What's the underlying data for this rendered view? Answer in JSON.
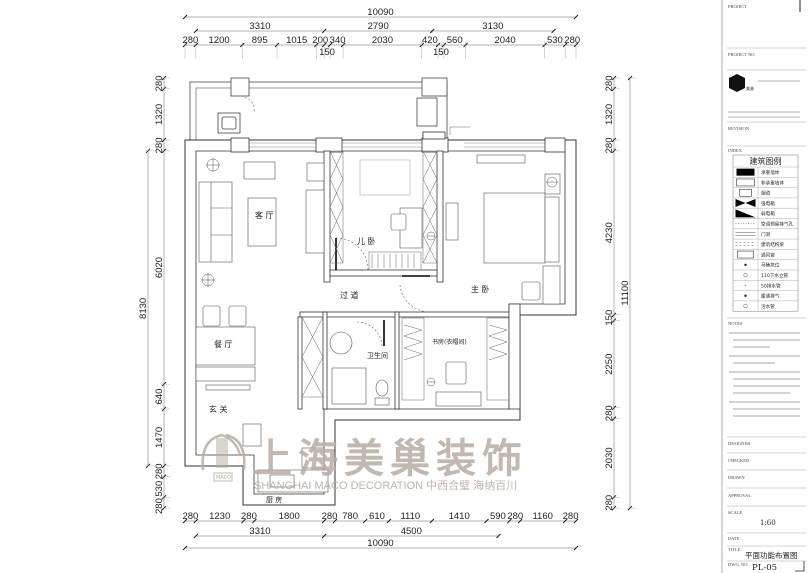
{
  "drawing": {
    "rooms": {
      "living": "客 厅",
      "child_bedroom": "儿 卧",
      "corridor": "过 道",
      "master_bedroom": "主 卧",
      "dining": "餐 厅",
      "bathroom": "卫生间",
      "study": "书房(衣帽间)",
      "foyer": "玄 关",
      "kitchen": "厨 房"
    },
    "dimensions": {
      "top": {
        "overall": [
          10090
        ],
        "sub": [
          3310,
          2790,
          3130
        ],
        "detail": [
          280,
          1200,
          895,
          1015,
          200,
          150,
          340,
          2030,
          420,
          150,
          560,
          2040,
          530,
          280
        ]
      },
      "bottom": {
        "detail": [
          280,
          1230,
          280,
          1800,
          280,
          780,
          610,
          1110,
          1410,
          590,
          280,
          1160,
          280
        ],
        "sub": [
          3310,
          4500
        ],
        "overall": [
          10090
        ]
      },
      "left": {
        "detail": [
          280,
          1320,
          280,
          6020,
          640,
          1470,
          280,
          530,
          280
        ],
        "sub": [
          8130
        ]
      },
      "right": {
        "detail": [
          280,
          1320,
          280,
          4230,
          150,
          2250,
          280,
          2030,
          280
        ],
        "overall": [
          11100
        ]
      }
    }
  },
  "watermark": {
    "brand_cn": "上海美巢装饰",
    "brand_en": "SHANGHAI MACO DECORATION 中西合璧 海纳百川",
    "logo_text": "MACO",
    "color": "#b7aca4"
  },
  "title_block": {
    "project_label": "PROJECT",
    "project_no_label": "PROJECT NO.",
    "logo_text": "美巢",
    "revision_label": "REVISION",
    "index_label": "INDEX",
    "notes_label": "NOTES",
    "designer_label": "DESIGNER",
    "checked_label": "CHECKED",
    "drawn_label": "DRAWN",
    "approval_label": "APPROVAL",
    "scale_label": "SCALE",
    "scale_value": "1:60",
    "date_label": "DATE",
    "title_label": "TITLE",
    "title_value": "平面功能布置图",
    "dwg_no_label": "DWG. NO.",
    "dwg_no_value": "PL-05"
  },
  "legend": {
    "title": "建筑图例",
    "items": [
      {
        "label": "承重墙体",
        "symbol": "solid-black-rect"
      },
      {
        "label": "非承重墙体",
        "symbol": "hollow-rect"
      },
      {
        "label": "烟道",
        "symbol": "double-box"
      },
      {
        "label": "强电箱",
        "symbol": "bowtie"
      },
      {
        "label": "弱电箱",
        "symbol": "wedge"
      },
      {
        "label": "空调预留排气孔",
        "symbol": "dotted-line"
      },
      {
        "label": "门洞",
        "symbol": "double-line"
      },
      {
        "label": "建筑结构梁",
        "symbol": "dashed-line"
      },
      {
        "label": "通风窗",
        "symbol": "rect"
      },
      {
        "label": "马桶坑位",
        "symbol": "dot-cross"
      },
      {
        "label": "110下水立管",
        "symbol": "circle"
      },
      {
        "label": "50排水管",
        "symbol": "small-dot"
      },
      {
        "label": "暖通排气",
        "symbol": "dot"
      },
      {
        "label": "污水管",
        "symbol": "circle-cross"
      }
    ]
  }
}
